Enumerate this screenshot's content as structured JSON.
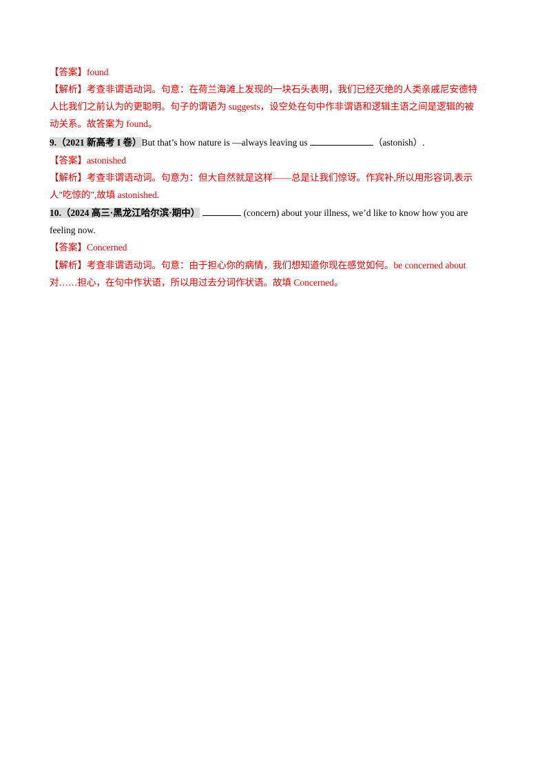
{
  "q8": {
    "answer_tag": "【答案】",
    "answer": "found",
    "analysis_tag": "【解析】",
    "analysis_line1": "考查非谓语动词。句意：在荷兰海滩上发现的一块石头表明，我们已经灭绝的人类亲戚尼安德特",
    "analysis_line2": "人比我们之前认为的更聪明。句子的谓语为 suggests，设空处在句中作非谓语和逻辑主语之间是逻辑的被",
    "analysis_line3": "动关系。故答案为 found。"
  },
  "q9": {
    "number": "9.",
    "source": "（2021 新高考 I 卷）",
    "stem_before": "But that’s how nature is —always leaving us ",
    "stem_after": "（astonish）.",
    "answer_tag": "【答案】",
    "answer": "astonished",
    "analysis_tag": "【解析】",
    "analysis_line1": "考查非谓语动词。句意为：但大自然就是这样——总是让我们惊讶。作宾补,所以用形容词,表示",
    "analysis_line2": "人\"吃惊的\",故填 astonished."
  },
  "q10": {
    "number": "10.",
    "source": "（2024 高三·黑龙江哈尔滨·期中）",
    "stem_after": " (concern) about your illness, we’d like to know how you are",
    "stem_line2": "feeling now.",
    "answer_tag": "【答案】",
    "answer": "Concerned",
    "analysis_tag": "【解析】",
    "analysis_line1": "考查非谓语动词。句意：由于担心你的病情，我们想知道你现在感觉如何。be concerned about",
    "analysis_line2": "对……担心，在句中作状语，所以用过去分词作状语。故填 Concerned。"
  },
  "colors": {
    "answer_red": "#e60000",
    "source_highlight": "#d9d9d9",
    "text": "#000000"
  }
}
